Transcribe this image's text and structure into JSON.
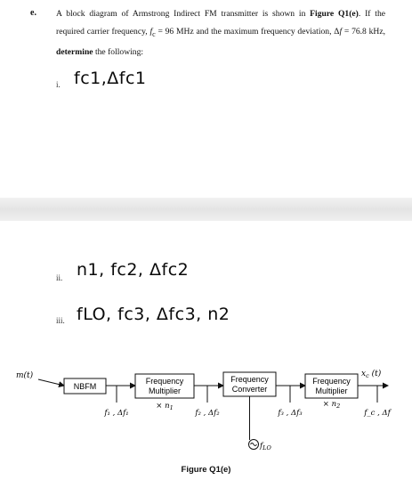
{
  "question": {
    "label": "e.",
    "text_1": "A block diagram of Armstrong Indirect FM transmitter is shown in ",
    "fig_ref": "Figure Q1(e)",
    "text_2": ". If the required carrier frequency, ",
    "fc_sym": "f",
    "fc_sub": "c",
    "text_3": " = 96 MHz and the maximum frequency deviation, Δ",
    "df_sym": "f",
    "text_4": " = 76.8 kHz, ",
    "determine": "determine",
    "text_5": " the following:"
  },
  "parts": [
    {
      "numeral": "i.",
      "answer": "fc1,Δfc1"
    },
    {
      "numeral": "ii.",
      "answer": "n1, fc2, Δfc2"
    },
    {
      "numeral": "iii.",
      "answer": "fLO, fc3, Δfc3, n2"
    }
  ],
  "diagram": {
    "input": "m(t)",
    "output": "x",
    "output_sub": "c",
    "output_arg": " (t)",
    "blocks": [
      {
        "line1": "NBFM",
        "line2": ""
      },
      {
        "line1": "Frequency",
        "line2": "Multiplier",
        "mult": "× n",
        "mult_sub": "1"
      },
      {
        "line1": "Frequency",
        "line2": "Converter"
      },
      {
        "line1": "Frequency",
        "line2": "Multiplier",
        "mult": "× n",
        "mult_sub": "2"
      }
    ],
    "taps": [
      {
        "label": "f₁ , Δf₁"
      },
      {
        "label": "f₂ , Δf₂"
      },
      {
        "label": "f₃ , Δf₃"
      },
      {
        "label": "f_c , Δf"
      }
    ],
    "oscillator": "f",
    "oscillator_sub": "LO"
  },
  "caption": "Figure Q1(e)"
}
